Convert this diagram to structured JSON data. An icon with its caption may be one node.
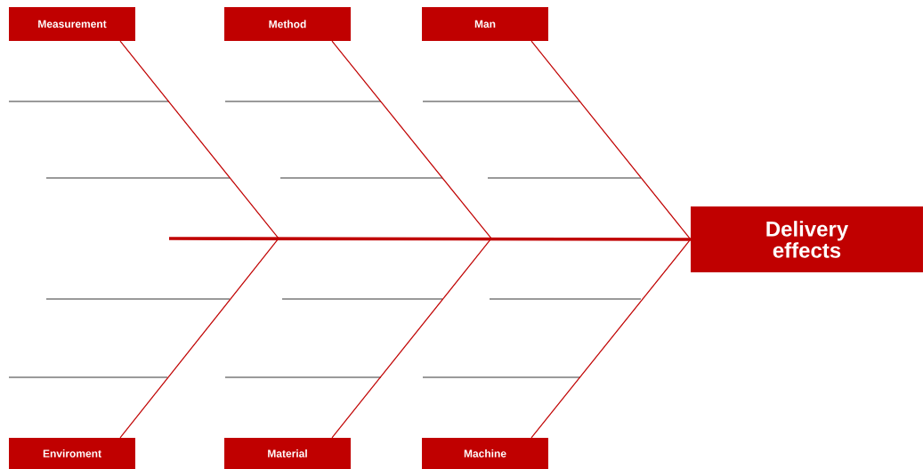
{
  "diagram": {
    "nodes": [
      {
        "text": [
          "Measurement"
        ]
      },
      {
        "text": [
          "Method"
        ]
      },
      {
        "text": [
          "Man"
        ]
      },
      {
        "text": [
          "Delivery effects"
        ]
      },
      {
        "text": [
          "Enviroment"
        ]
      },
      {
        "text": [
          "Material"
        ]
      },
      {
        "text": [
          "Machine"
        ]
      }
    ],
    "edges": [
      {
        "from": null,
        "to": 3,
        "arrow": "none",
        "style": "thick"
      },
      {
        "from": 0,
        "to": null,
        "arrow": "none"
      },
      {
        "from": 1,
        "to": null,
        "arrow": "none"
      },
      {
        "from": 2,
        "to": 3,
        "arrow": "none"
      },
      {
        "from": 4,
        "to": null,
        "arrow": "none"
      },
      {
        "from": 5,
        "to": null,
        "arrow": "none"
      },
      {
        "from": 6,
        "to": 3,
        "arrow": "none"
      }
    ]
  }
}
